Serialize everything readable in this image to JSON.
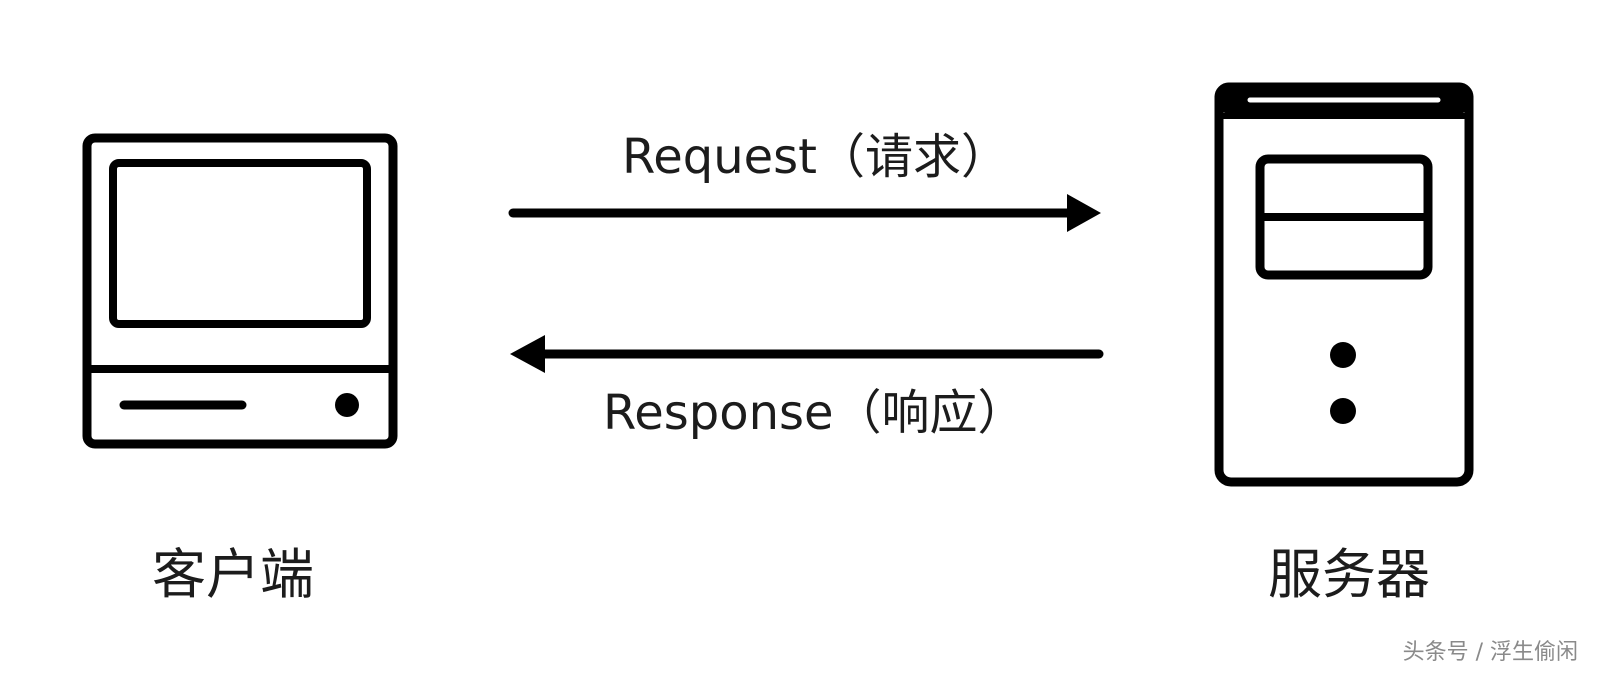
{
  "nodes": {
    "client": {
      "label": "客户端",
      "icon": "computer-icon"
    },
    "server": {
      "label": "服务器",
      "icon": "server-icon"
    }
  },
  "edges": {
    "request": {
      "label": "Request（请求）",
      "from": "client",
      "to": "server"
    },
    "response": {
      "label": "Response（响应）",
      "from": "server",
      "to": "client"
    }
  },
  "watermark": "头条号 / 浮生偷闲",
  "colors": {
    "stroke": "#000000",
    "text": "#1c1c1c",
    "watermark": "#8a8a8a",
    "background": "#ffffff"
  }
}
